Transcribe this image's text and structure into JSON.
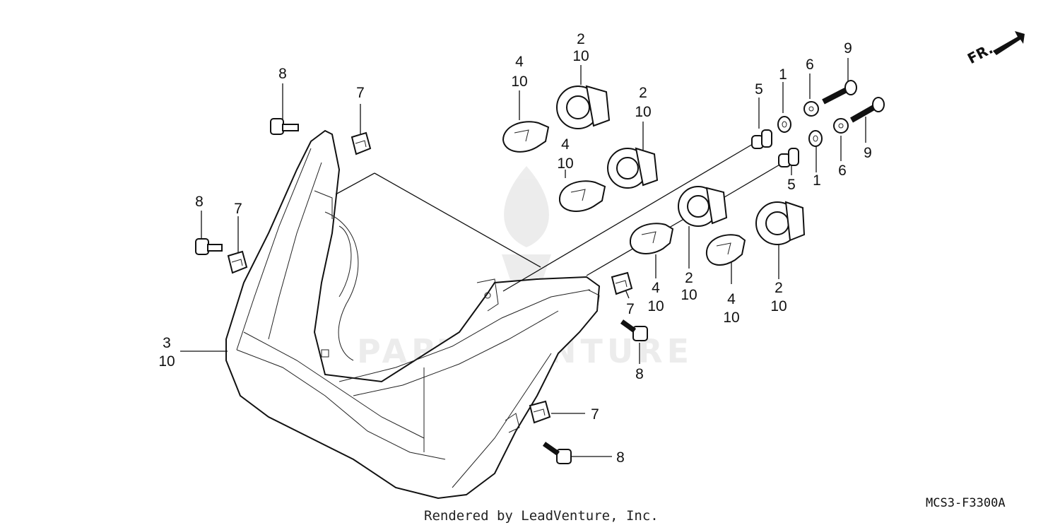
{
  "watermark": {
    "text": "PARTSVENTURE"
  },
  "direction": {
    "label": "FR."
  },
  "part_code": "MCS3-F3300A",
  "footer": {
    "credit": "Rendered by LeadVenture, Inc."
  },
  "callouts": [
    {
      "id": "c-2a",
      "text": "2"
    },
    {
      "id": "c-10a",
      "text": "10"
    },
    {
      "id": "c-4a",
      "text": "4"
    },
    {
      "id": "c-10b",
      "text": "10"
    },
    {
      "id": "c-2b",
      "text": "2"
    },
    {
      "id": "c-10c",
      "text": "10"
    },
    {
      "id": "c-4b",
      "text": "4"
    },
    {
      "id": "c-10d",
      "text": "10"
    },
    {
      "id": "c-8a",
      "text": "8"
    },
    {
      "id": "c-7a",
      "text": "7"
    },
    {
      "id": "c-8b",
      "text": "8"
    },
    {
      "id": "c-7b",
      "text": "7"
    },
    {
      "id": "c-3",
      "text": "3"
    },
    {
      "id": "c-10e",
      "text": "10"
    },
    {
      "id": "c-5a",
      "text": "5"
    },
    {
      "id": "c-1a",
      "text": "1"
    },
    {
      "id": "c-6a",
      "text": "6"
    },
    {
      "id": "c-9a",
      "text": "9"
    },
    {
      "id": "c-9b",
      "text": "9"
    },
    {
      "id": "c-6b",
      "text": "6"
    },
    {
      "id": "c-1b",
      "text": "1"
    },
    {
      "id": "c-5b",
      "text": "5"
    },
    {
      "id": "c-4c",
      "text": "4"
    },
    {
      "id": "c-10f",
      "text": "10"
    },
    {
      "id": "c-2c",
      "text": "2"
    },
    {
      "id": "c-10g",
      "text": "10"
    },
    {
      "id": "c-4d",
      "text": "4"
    },
    {
      "id": "c-10h",
      "text": "10"
    },
    {
      "id": "c-2d",
      "text": "2"
    },
    {
      "id": "c-10i",
      "text": "10"
    },
    {
      "id": "c-7c",
      "text": "7"
    },
    {
      "id": "c-8c",
      "text": "8"
    },
    {
      "id": "c-7d",
      "text": "7"
    },
    {
      "id": "c-8d",
      "text": "8"
    }
  ]
}
